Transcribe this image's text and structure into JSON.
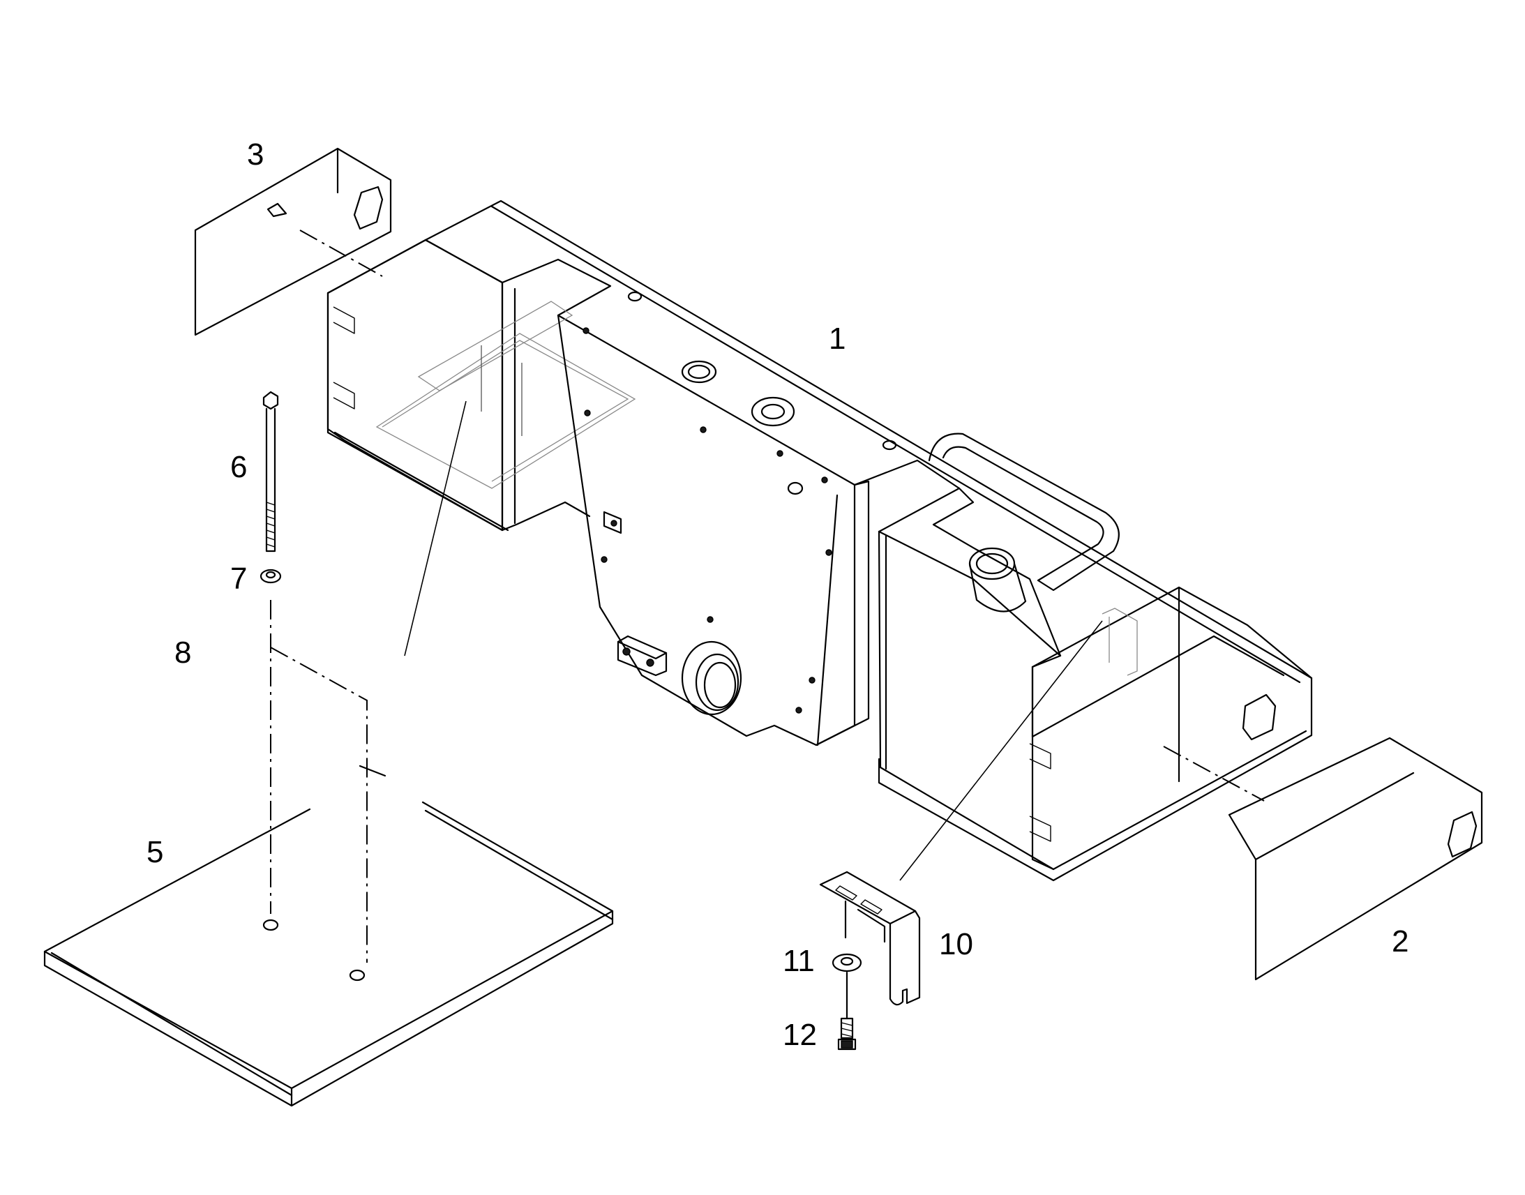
{
  "callouts": {
    "part_1": "1",
    "part_2": "2",
    "part_3": "3",
    "part_5": "5",
    "part_6": "6",
    "part_7": "7",
    "part_8": "8",
    "part_10": "10",
    "part_11": "11",
    "part_12": "12"
  }
}
